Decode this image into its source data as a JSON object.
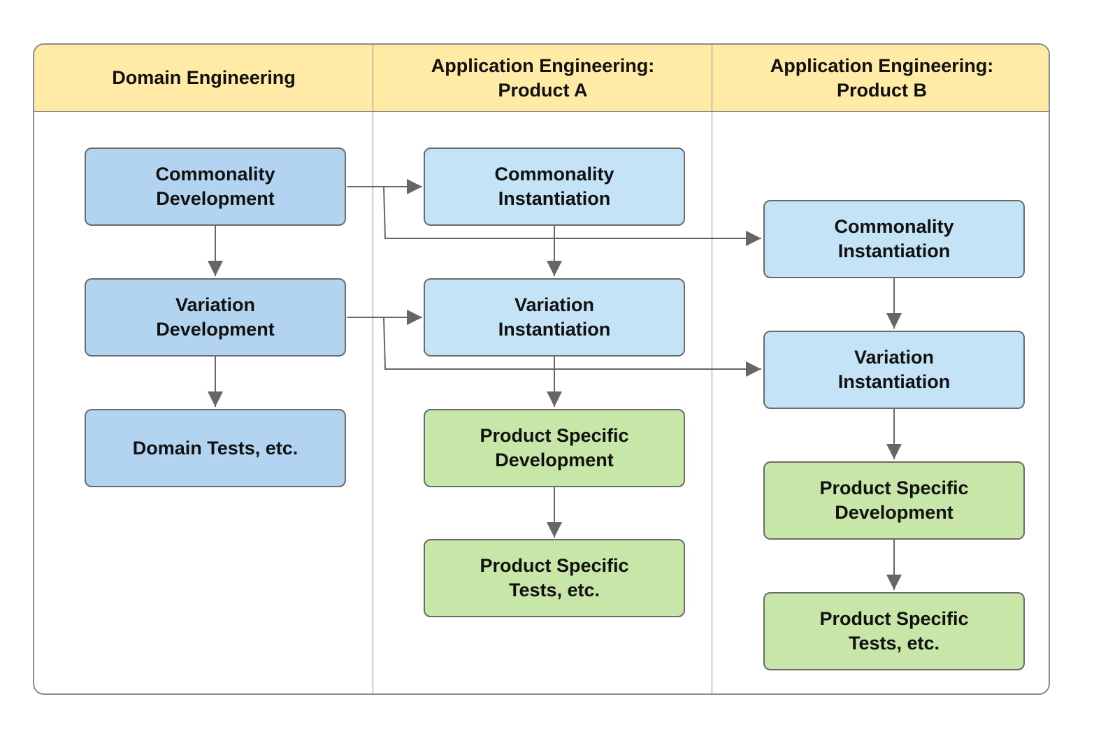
{
  "lanes": {
    "domain": {
      "title": "Domain Engineering"
    },
    "product_a": {
      "title": "Application Engineering:\nProduct A"
    },
    "product_b": {
      "title": "Application Engineering:\nProduct B"
    }
  },
  "nodes": {
    "domain_commonality": "Commonality\nDevelopment",
    "domain_variation": "Variation\nDevelopment",
    "domain_tests": "Domain Tests, etc.",
    "a_commonality": "Commonality\nInstantiation",
    "a_variation": "Variation\nInstantiation",
    "a_specific_dev": "Product Specific\nDevelopment",
    "a_specific_tests": "Product Specific\nTests, etc.",
    "b_commonality": "Commonality\nInstantiation",
    "b_variation": "Variation\nInstantiation",
    "b_specific_dev": "Product Specific\nDevelopment",
    "b_specific_tests": "Product Specific\nTests, etc."
  },
  "colors": {
    "header_fill": "#ffeaa6",
    "domain_node_fill": "#b3d4f0",
    "instantiation_node_fill": "#c4e3f6",
    "product_specific_fill": "#c7e6a8",
    "connector": "#666666"
  }
}
